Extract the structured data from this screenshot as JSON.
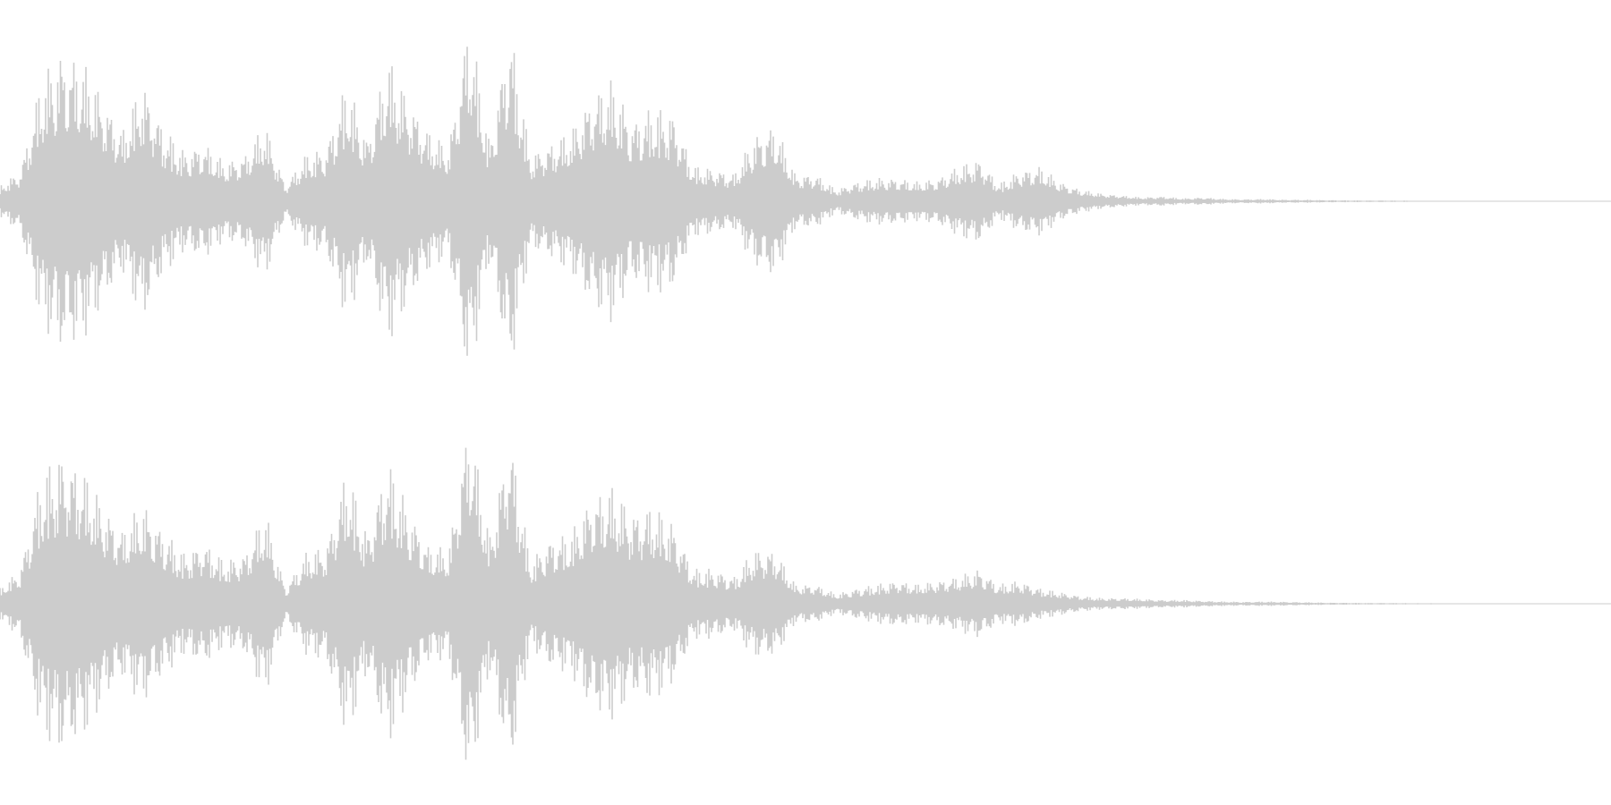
{
  "colors": {
    "background": "#ffffff",
    "waveform": "#cccccc",
    "centerline": "#d4d4d4"
  },
  "channels": [
    {
      "id": "left",
      "envelope": [
        0.08,
        0.16,
        0.62,
        0.78,
        0.72,
        0.55,
        0.36,
        0.62,
        0.38,
        0.26,
        0.3,
        0.2,
        0.24,
        0.4,
        0.08,
        0.24,
        0.28,
        0.62,
        0.32,
        0.74,
        0.54,
        0.36,
        0.28,
        0.96,
        0.3,
        0.92,
        0.24,
        0.3,
        0.36,
        0.55,
        0.62,
        0.42,
        0.48,
        0.46,
        0.18,
        0.17,
        0.14,
        0.34,
        0.4,
        0.14,
        0.14,
        0.06,
        0.1,
        0.12,
        0.12,
        0.1,
        0.12,
        0.18,
        0.22,
        0.09,
        0.16,
        0.18,
        0.1,
        0.06,
        0.04,
        0.03,
        0.02,
        0.025,
        0.015,
        0.02,
        0.012,
        0.01,
        0.012,
        0.008,
        0.008,
        0.006,
        0.005,
        0.004,
        0.004,
        0.003,
        0.002,
        0.002,
        0.002,
        0.0015,
        0.001,
        0.001,
        0.0008,
        0.0006,
        0.0005,
        0.0004
      ]
    },
    {
      "id": "right",
      "envelope": [
        0.08,
        0.18,
        0.66,
        0.78,
        0.7,
        0.52,
        0.38,
        0.52,
        0.38,
        0.26,
        0.32,
        0.22,
        0.26,
        0.48,
        0.08,
        0.26,
        0.3,
        0.7,
        0.36,
        0.74,
        0.5,
        0.3,
        0.28,
        0.98,
        0.34,
        0.9,
        0.22,
        0.34,
        0.36,
        0.56,
        0.6,
        0.48,
        0.5,
        0.42,
        0.18,
        0.18,
        0.14,
        0.28,
        0.28,
        0.1,
        0.1,
        0.05,
        0.08,
        0.1,
        0.12,
        0.1,
        0.12,
        0.14,
        0.18,
        0.1,
        0.12,
        0.08,
        0.06,
        0.04,
        0.03,
        0.03,
        0.025,
        0.02,
        0.02,
        0.015,
        0.012,
        0.01,
        0.012,
        0.01,
        0.008,
        0.006,
        0.005,
        0.004,
        0.004,
        0.003,
        0.003,
        0.002,
        0.002,
        0.0015,
        0.001,
        0.001,
        0.0008,
        0.0006,
        0.0005,
        0.0004
      ]
    }
  ]
}
